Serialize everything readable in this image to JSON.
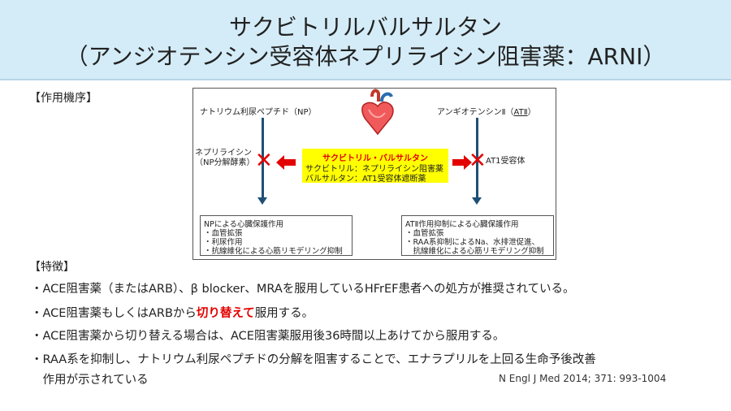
{
  "header": {
    "title_line1": "サクビトリルバルサルタン",
    "title_line2": "（アンジオテンシン受容体ネプリライシン阻害薬：ARNI）",
    "bg_color": "#d4ecf7"
  },
  "sections": {
    "mechanism": "【作用機序】",
    "features": "【特徴】"
  },
  "diagram": {
    "np_label": "ナトリウム利尿ペプチド（NP）",
    "at2_label_prefix": "アンギオテンシンⅡ（",
    "at2_label_abbr": "ATⅡ",
    "at2_label_suffix": "）",
    "neprilysin_line1": "ネプリライシン",
    "neprilysin_line2": "（NP分解酵素）",
    "at1_label": "AT1受容体",
    "drug_title": "サクビトリル・バルサルタン",
    "drug_line1": "サクビトリル：ネプリライシン阻害薬",
    "drug_line2": "バルサルタン：AT1受容体遮断薬",
    "heart_icon": "heart-icon",
    "left_box": {
      "title": "NPによる心臓保護作用",
      "items": [
        "・血管拡張",
        "・利尿作用",
        "・抗線維化による心筋リモデリング抑制"
      ]
    },
    "right_box": {
      "title": "ATⅡ作用抑制による心臓保護作用",
      "items": [
        "・血管拡張",
        "・RAA系抑制によるNa、水排泄促進、",
        "　抗線維化による心筋リモデリング抑制"
      ]
    }
  },
  "bullets": {
    "b1": "・ACE阻害薬（またはARB）、β blocker、MRAを服用しているHFrEF患者への処方が推奨されている。",
    "b2_pre": "・ACE阻害薬もしくはARBから",
    "b2_highlight": "切り替えて",
    "b2_post": "服用する。",
    "b3": "・ACE阻害薬から切り替える場合は、ACE阻害薬服用後36時間以上あけてから服用する。",
    "b4_line1": "・RAA系を抑制し、ナトリウム利尿ペプチドの分解を阻害することで、エナラプリルを上回る生命予後改善",
    "b4_line2": "　作用が示されている"
  },
  "citation": "N Engl J Med 2014; 371: 993-1004",
  "colors": {
    "accent_red": "#e30000",
    "arrow_blue": "#1f4f74",
    "drug_box_yellow": "#ffff00"
  }
}
